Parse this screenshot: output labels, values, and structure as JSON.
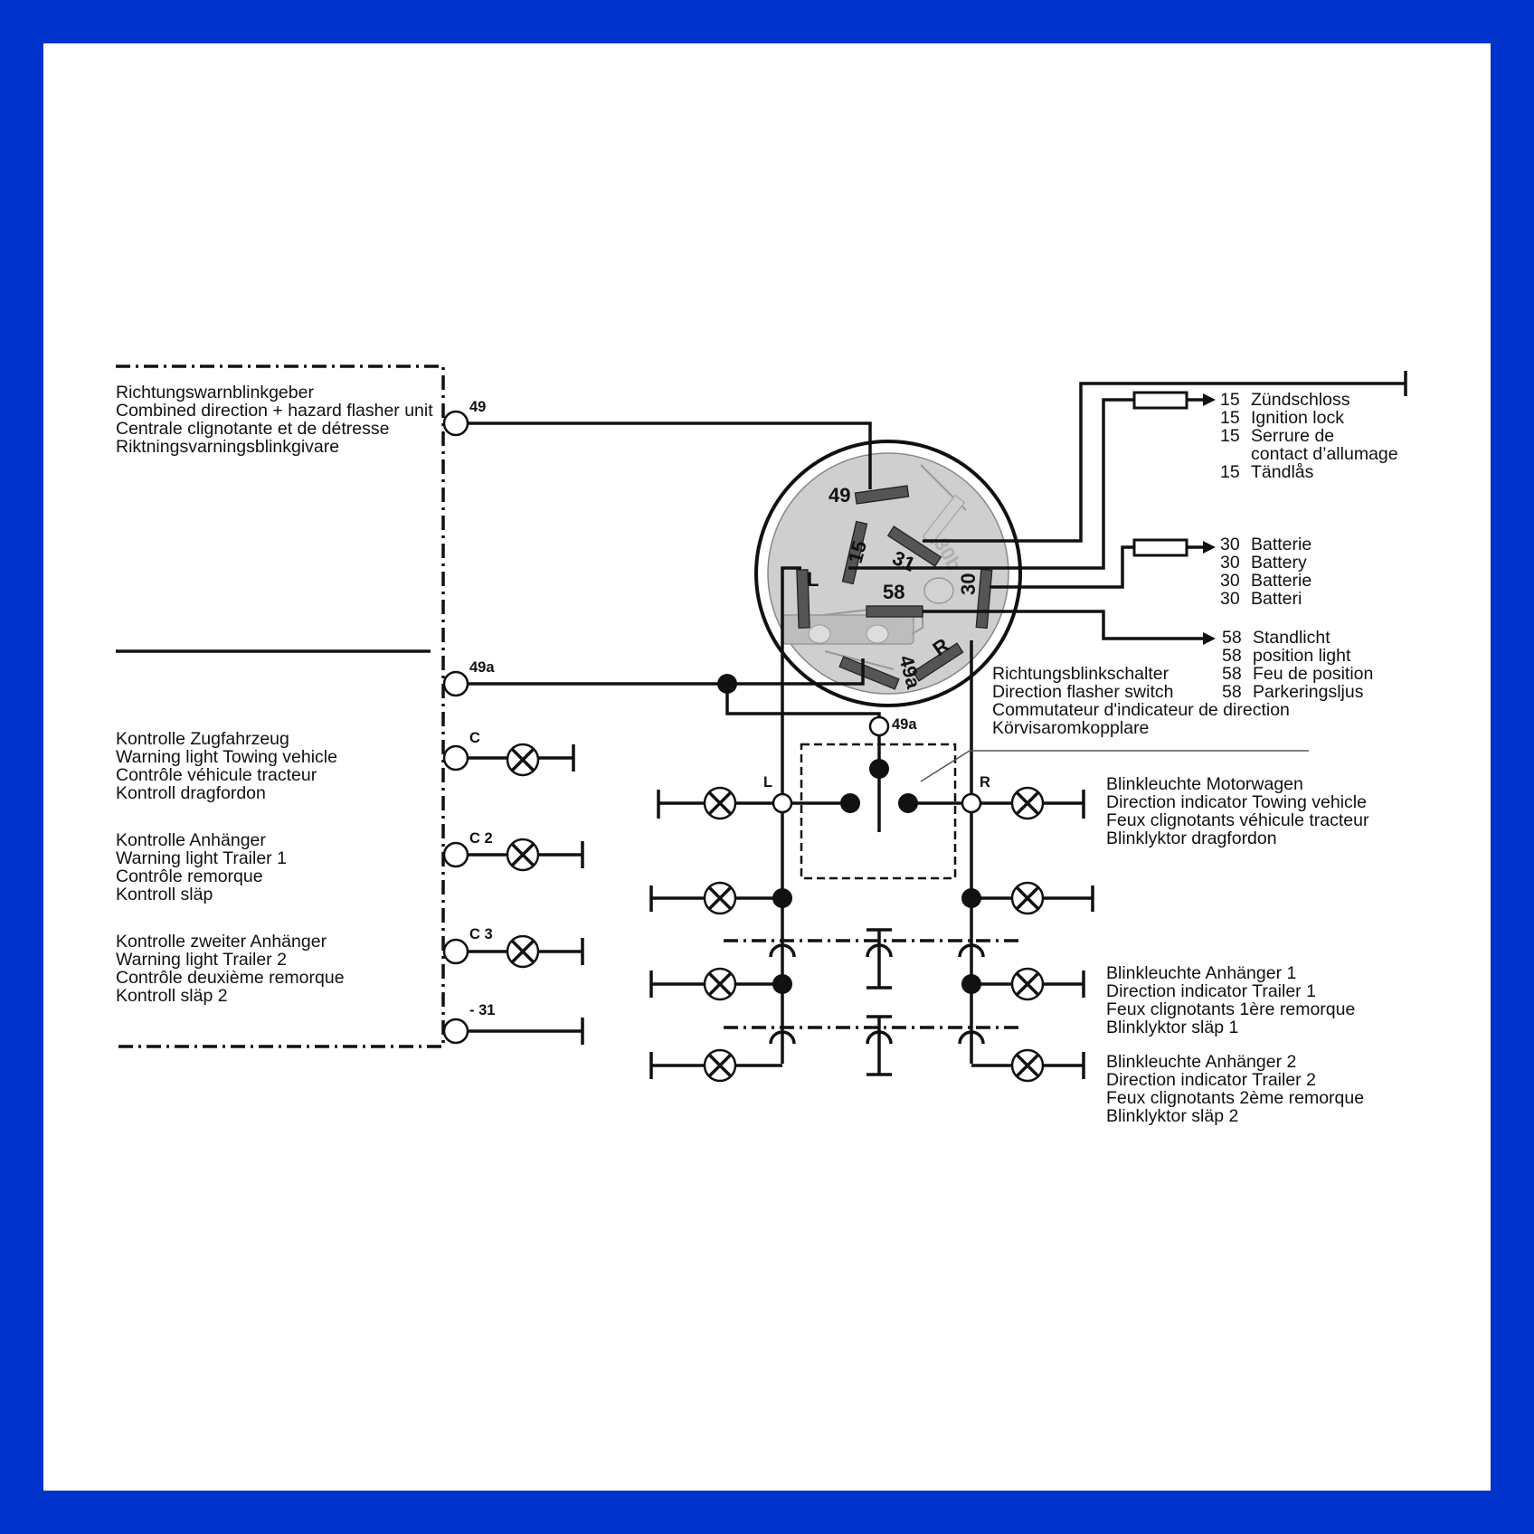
{
  "flasher_unit": {
    "title": [
      "Richtungswarnblinkgeber",
      "Combined direction + hazard flasher unit",
      "Centrale clignotante et de détresse",
      "Riktningsvarningsblinkgivare"
    ],
    "terminals": {
      "t49": "49",
      "t49a": "49a",
      "tC": "C",
      "tC2": "C 2",
      "tC3": "C 3",
      "t31": "- 31"
    }
  },
  "warning_lights": {
    "towing": [
      "Kontrolle Zugfahrzeug",
      "Warning light Towing vehicle",
      "Contrôle véhicule tracteur",
      "Kontroll dragfordon"
    ],
    "trailer1": [
      "Kontrolle Anhänger",
      "Warning light Trailer 1",
      "Contrôle remorque",
      "Kontroll släp"
    ],
    "trailer2": [
      "Kontrolle zweiter Anhänger",
      "Warning light Trailer 2",
      "Contrôle deuxième remorque",
      "Kontroll släp 2"
    ]
  },
  "switch_pins": {
    "p49": "49",
    "p15": "15",
    "p31": "31",
    "p30b": "30b",
    "pL": "L",
    "p30": "30",
    "p58": "58",
    "p49a": "49a",
    "pR": "R"
  },
  "ignition": [
    "Zündschloss",
    "Ignition lock",
    "Serrure de",
    "contact d’allumage",
    "Tändlås"
  ],
  "battery": [
    "Batterie",
    "Battery",
    "Batterie",
    "Batteri"
  ],
  "position": [
    "Standlicht",
    "position light",
    "Feu de position",
    "Parkeringsljus"
  ],
  "code15": "15",
  "code30": "30",
  "code58": "58",
  "direction_switch": {
    "title": [
      "Richtungsblinkschalter",
      "Direction flasher switch",
      "Commutateur d'indicateur de direction",
      "Körvisaromkopplare"
    ],
    "t49a": "49a",
    "tL": "L",
    "tR": "R"
  },
  "indicators": {
    "motor": [
      "Blinkleuchte Motorwagen",
      "Direction indicator Towing vehicle",
      "Feux clignotants véhicule tracteur",
      "Blinklyktor dragfordon"
    ],
    "trailer1": [
      "Blinkleuchte Anhänger 1",
      "Direction indicator Trailer 1",
      "Feux clignotants 1ère remorque",
      "Blinklyktor släp 1"
    ],
    "trailer2": [
      "Blinkleuchte Anhänger 2",
      "Direction indicator Trailer 2",
      "Feux clignotants 2ème remorque",
      "Blinklyktor släp 2"
    ]
  }
}
